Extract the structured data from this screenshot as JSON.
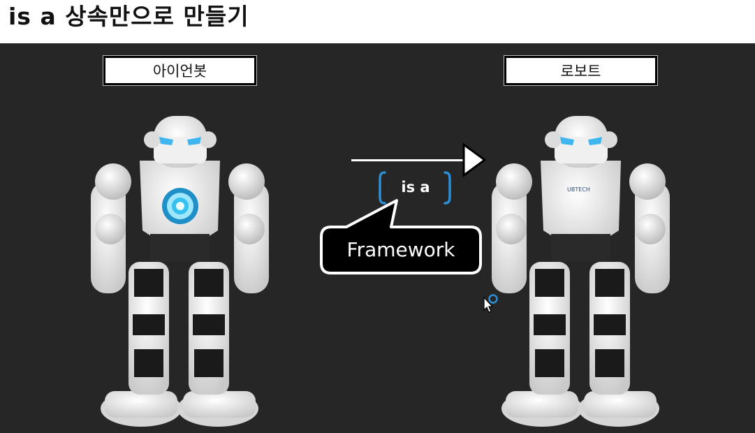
{
  "slide": {
    "title": "is a 상속만으로 만들기",
    "left_label": "아이언봇",
    "right_label": "로보트",
    "relation_label": "is a",
    "callout_label": "Framework",
    "brand_text": "UBTECH"
  },
  "colors": {
    "stage_background": "#262626",
    "accent_blue": "#2c8fd6",
    "eye_blue": "#3fb6ef",
    "arc_reactor": "#35c2f0"
  },
  "icons": {
    "arrow": "right-arrow-icon",
    "cursor": "mouse-pointer-icon",
    "click": "click-ring-icon"
  }
}
